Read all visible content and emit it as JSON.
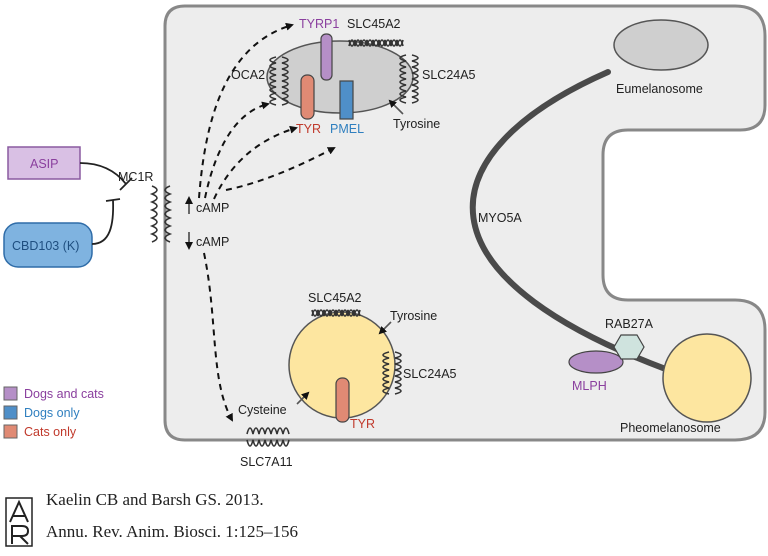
{
  "colors": {
    "dogs_and_cats": "#b58fc7",
    "dogs_only": "#4f8fc8",
    "cats_only": "#e08a74",
    "purple_text": "#8a3f9e",
    "blue_text": "#2f7fbf",
    "red_text": "#c0392b",
    "cell_fill": "#ededed",
    "cell_stroke": "#888888",
    "eumelanosome": "#cfcfcf",
    "pheomelanosome": "#fde6a0",
    "rab27a": "#cfe3de"
  },
  "ligands": {
    "asip": "ASIP",
    "cbd103": "CBD103 (K)"
  },
  "receptor": {
    "mc1r": "MC1R",
    "camp_up": "cAMP",
    "camp_down": "cAMP"
  },
  "eumelanosome_proteins": {
    "tyrp1": "TYRP1",
    "slc45a2": "SLC45A2",
    "oca2": "OCA2",
    "slc24a5": "SLC24A5",
    "tyr": "TYR",
    "pmel": "PMEL",
    "tyrosine": "Tyrosine"
  },
  "pheomelanosome_proteins": {
    "slc45a2": "SLC45A2",
    "tyrosine": "Tyrosine",
    "slc24a5": "SLC24A5",
    "cysteine": "Cysteine",
    "tyr": "TYR",
    "slc7a11": "SLC7A11"
  },
  "dendrite": {
    "eumelanosome": "Eumelanosome",
    "myo5a": "MYO5A",
    "rab27a": "RAB27A",
    "mlph": "MLPH",
    "pheomelanosome": "Pheomelanosome"
  },
  "legend": [
    {
      "label": "Dogs and cats",
      "color": "#b58fc7",
      "text_color": "#8a3f9e"
    },
    {
      "label": "Dogs only",
      "color": "#4f8fc8",
      "text_color": "#2f7fbf"
    },
    {
      "label": "Cats only",
      "color": "#e08a74",
      "text_color": "#c0392b"
    }
  ],
  "citation": {
    "line1": "Kaelin CB and Barsh GS. 2013.",
    "line2": "Annu. Rev. Anim. Biosci. 1:125–156"
  }
}
